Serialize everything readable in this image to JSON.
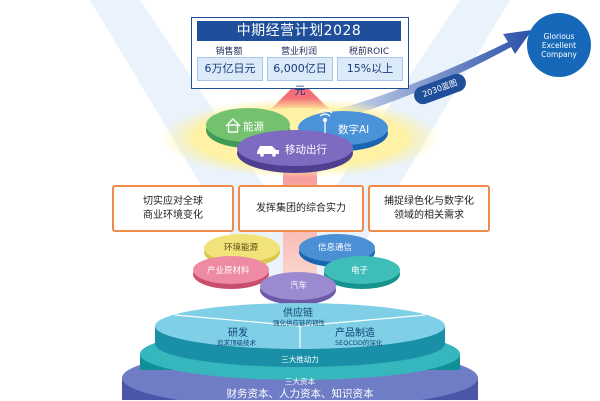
{
  "plan": {
    "title": "中期经营计划2028",
    "kpis": [
      {
        "label": "销售额",
        "value": "6万亿日元"
      },
      {
        "label": "营业利润",
        "value": "6,000亿日元"
      },
      {
        "label": "税前ROIC",
        "value": "15%以上"
      }
    ]
  },
  "vision": {
    "badge": "2030蓝图",
    "goal": "Glorious Excellent Company"
  },
  "focus_areas": {
    "energy": "能源",
    "digital_ai": "数字AI",
    "mobility": "移动出行"
  },
  "approaches": [
    "切实应对全球\n商业环境变化",
    "发挥集团的综合实力",
    "捕捉绿色化与数字化\n领域的相关需求"
  ],
  "businesses": {
    "environment_energy": "环境能源",
    "info_comm": "信息通信",
    "industrial_materials": "产业原材料",
    "electronics": "电子",
    "automotive": "汽车"
  },
  "drivers": {
    "supply_chain": "供应链",
    "supply_chain_sub": "强化供应链的韧性",
    "rnd": "研发",
    "rnd_sub": "追求顶级技术",
    "manufacturing": "产品制造",
    "manufacturing_sub": "SEQCDD的深化",
    "band_label": "三大推动力"
  },
  "capital": {
    "band_label": "三大资本",
    "items": "财务资本、人力资本、知识资本"
  },
  "colors": {
    "navy": "#1f4f9a",
    "teal": "#1aa6b0",
    "orange": "#f08a4a",
    "yellow_glow": "#fff2a0"
  }
}
